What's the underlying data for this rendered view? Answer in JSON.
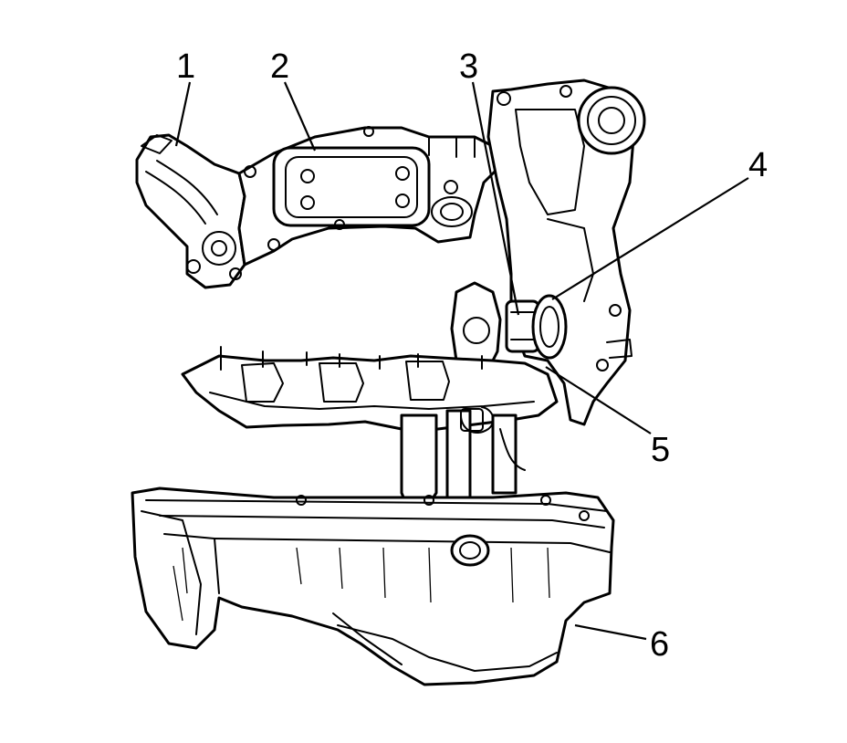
{
  "diagram": {
    "callouts": [
      "1",
      "2",
      "3",
      "4",
      "5",
      "6"
    ],
    "colors": {
      "ink": "#000000",
      "background": "#ffffff"
    }
  }
}
